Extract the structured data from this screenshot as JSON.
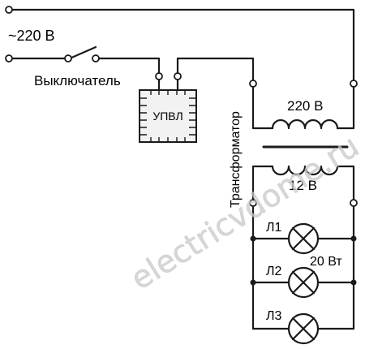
{
  "labels": {
    "supply": "~220 В",
    "switch": "Выключатель",
    "dimmer": "УПВЛ",
    "transformer": "Трансформатор",
    "primary_voltage": "220 В",
    "secondary_voltage": "12 В",
    "lamp1": "Л1",
    "lamp2": "Л2",
    "lamp3": "Л3",
    "lamp_power": "20 Вт"
  },
  "watermark": "electricvdome.ru",
  "colors": {
    "line": "#1a1a1a",
    "dimmer_fill": "#f2f2f2",
    "watermark": "#c9c9c9"
  }
}
